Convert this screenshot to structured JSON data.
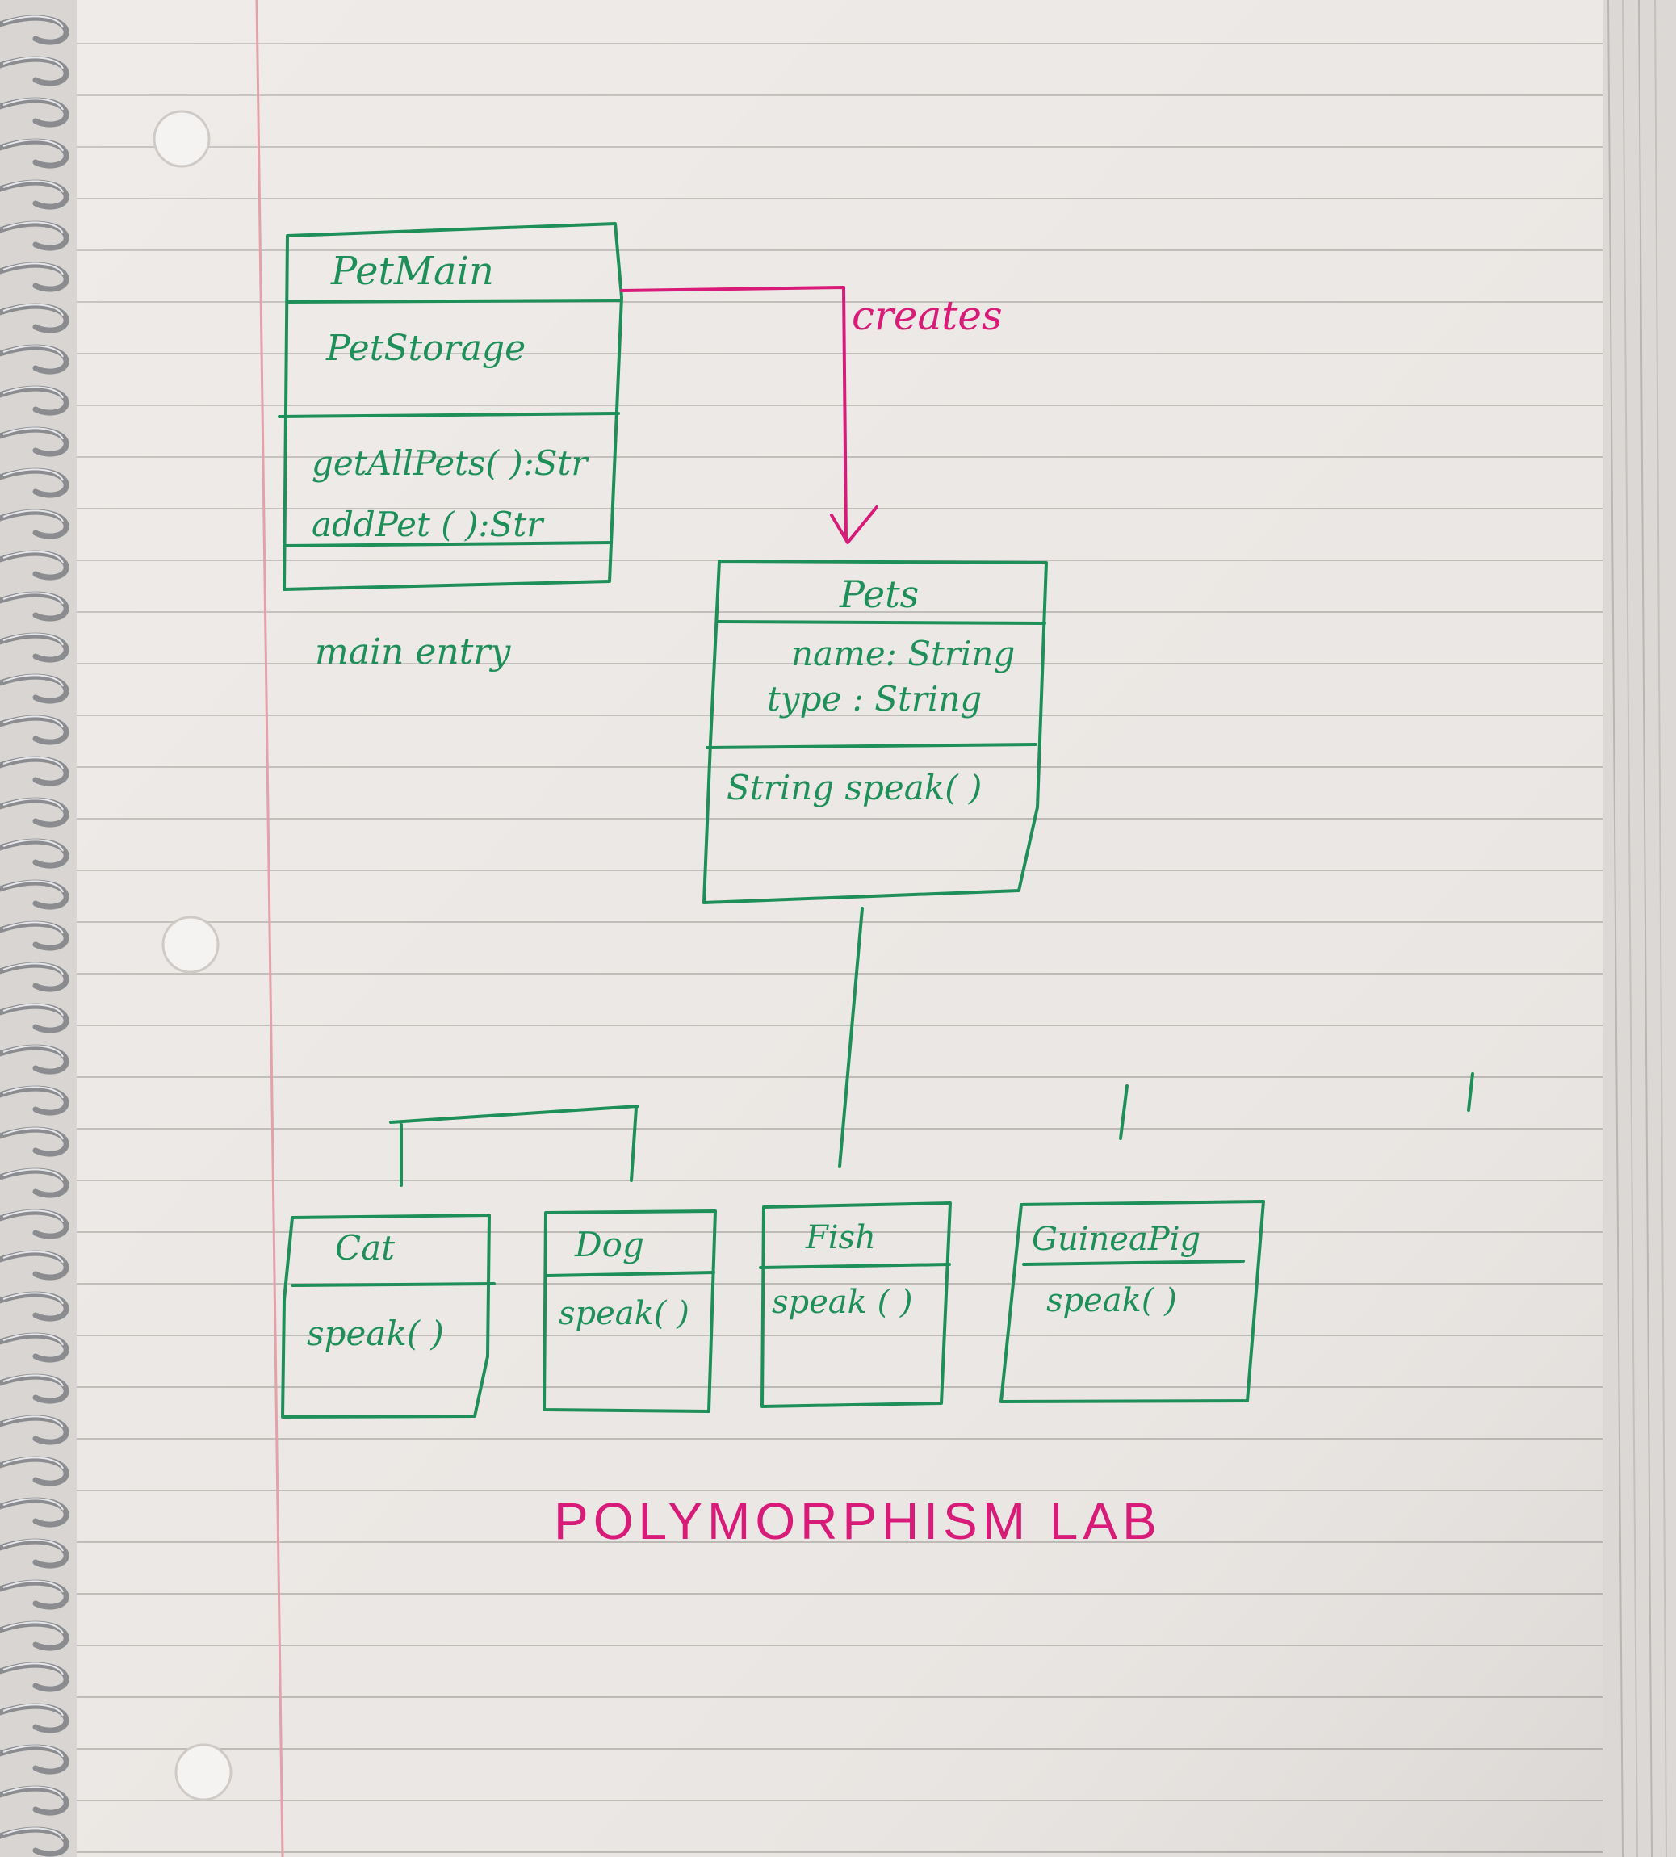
{
  "diagram": {
    "title": "POLYMORPHISM LAB",
    "pet_main": {
      "name": "PetMain",
      "attribute": "PetStorage",
      "methods": [
        "getAllPets( ):Str",
        "addPet ( ):Str"
      ],
      "note": "main entry"
    },
    "relation_label": "creates",
    "pets": {
      "name": "Pets",
      "attributes": [
        "name: String",
        "type : String"
      ],
      "methods": [
        "String speak( )"
      ]
    },
    "subclasses": [
      {
        "name": "Cat",
        "method": "speak( )"
      },
      {
        "name": "Dog",
        "method": "speak( )"
      },
      {
        "name": "Fish",
        "method": "speak ( )"
      },
      {
        "name": "GuineaPig",
        "method": "speak( )"
      }
    ]
  }
}
